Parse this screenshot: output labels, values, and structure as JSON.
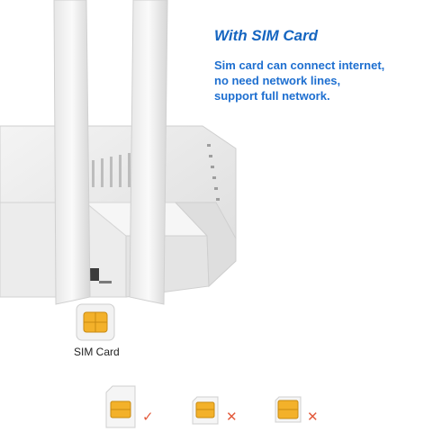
{
  "headline": "With SIM Card",
  "description": [
    "Sim card can connect internet,",
    "no need network lines,",
    "support full network."
  ],
  "sim_label": "SIM Card",
  "colors": {
    "headline": "#1565c0",
    "description": "#1e6fd0",
    "chip": "#f3b12a",
    "check": "#e35b3d",
    "cross": "#e35b3d"
  },
  "sim_options": [
    {
      "type": "standard-sim",
      "mark": "✓"
    },
    {
      "type": "micro-sim",
      "mark": "✕"
    },
    {
      "type": "nano-sim",
      "mark": "✕"
    }
  ]
}
